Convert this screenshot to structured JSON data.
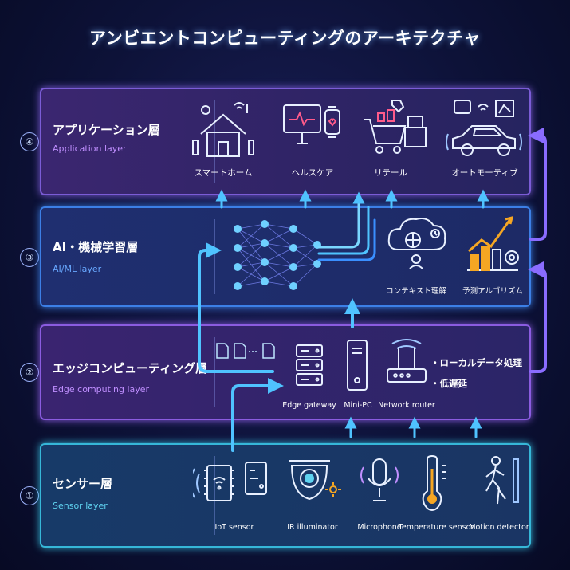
{
  "title": "アンビエントコンピューティングのアーキテクチャ",
  "layers": [
    {
      "number": "④",
      "name": "アプリケーション層",
      "subtitle": "Application layer",
      "items": [
        "スマートホーム",
        "ヘルスケア",
        "リテール",
        "オートモーティブ"
      ]
    },
    {
      "number": "③",
      "name": "AI・機械学習層",
      "subtitle": "AI/ML layer",
      "items": [
        "コンテキスト理解",
        "予測アルゴリズム"
      ]
    },
    {
      "number": "②",
      "name": "エッジコンピューティング層",
      "subtitle": "Edge computing layer",
      "items": [
        "Edge gateway",
        "Mini-PC",
        "Network router"
      ],
      "bullets": [
        "・ローカルデータ処理",
        "・低遅延"
      ]
    },
    {
      "number": "①",
      "name": "センサー層",
      "subtitle": "Sensor layer",
      "items": [
        "IoT sensor",
        "IR illuminator",
        "Microphone",
        "Temperature sensor",
        "Motion detector"
      ]
    }
  ],
  "colors": {
    "application_border": "#7b5cd6",
    "ai_border": "#3c7fe6",
    "edge_border": "#8b5ce0",
    "sensor_border": "#36b7d8",
    "flow_arrow": "#4fc3ff"
  },
  "icons": {
    "application": [
      "smart-home-icon",
      "healthcare-monitor-icon",
      "retail-cart-icon",
      "automotive-car-icon"
    ],
    "ai": [
      "neural-network-icon",
      "context-brain-icon",
      "prediction-chart-icon"
    ],
    "edge": [
      "edge-gateway-server-icon",
      "mini-pc-icon",
      "network-router-icon"
    ],
    "sensor": [
      "iot-sensor-icon",
      "ir-illuminator-icon",
      "microphone-icon",
      "temperature-sensor-icon",
      "motion-detector-icon"
    ]
  }
}
